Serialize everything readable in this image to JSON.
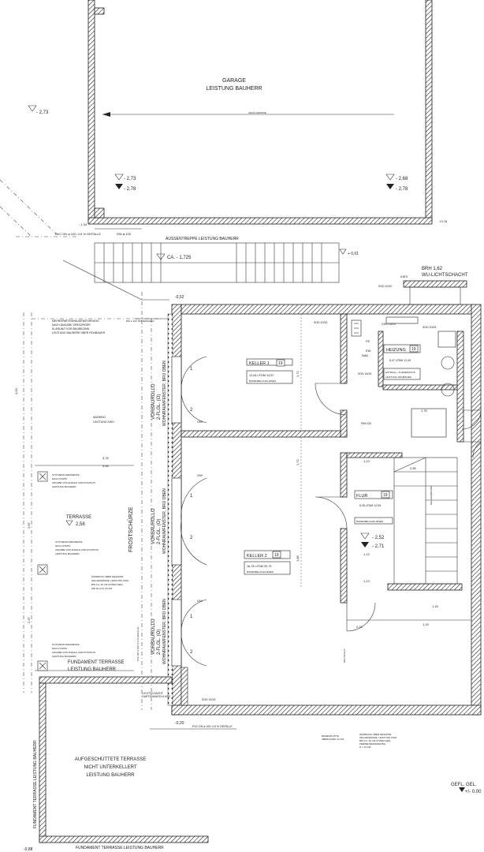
{
  "garage": {
    "title": "GARAGE",
    "subtitle": "LEISTUNG BAUHERR",
    "gefaelle": "GEFÄLLERINNE",
    "lv1": "- 2,73",
    "lv2": "- 2,73",
    "lv3": "- 2,78",
    "lv4": "- 2,68",
    "lv5": "- 2,78"
  },
  "outside": {
    "a1": "- 1,34",
    "a2": "+0,78",
    "pvc1": "PVC DN ø 100; 0,5 % GEFÄLLE",
    "rw": "RW ø 100",
    "stair_title": "AUSSENTREPPE LEISTUNG BAUHERR",
    "stair_lv": "CA. - 1,725",
    "lv_001": "+ 0,01",
    "kies": "KIES",
    "brh": "BRH  1,62",
    "wu": "WU-LICHTSCHACHT",
    "a052": "-0,52",
    "mehrsparten": [
      "MEHRSPARTENHAUSEINFÜHRUNG",
      "NACH ANGABE VERSORGER",
      "KLÄRUNG VOR BAUBEGINN",
      "LEISTUNG BAUHERR ÜBER ROHBAUER"
    ],
    "rw_top": "RW ø 100; MIT REINIGEN",
    "abzweig": [
      "ABZWEIG",
      "LEISTUNG KWH"
    ],
    "frost": "FROSTSCHÜRZE",
    "vorbau": [
      "VORBAUROLLO",
      "2-FLGL. (O)",
      "WOHNRAUMFENSTER, BRÜ OBEN"
    ],
    "pvc_side": "PVC DN ø 100; 0,5 % GEFÄLLE"
  },
  "terrace": {
    "title": "TERRASSE",
    "lv": "2,58",
    "dims": [
      "4,50",
      "3,76",
      "3,46",
      "2,87",
      "2,37"
    ],
    "stuetz": [
      "STÜTZENFUNDAMENTE",
      "NACH STATIK",
      "ANGABE VON ANZAHL UND POSITION",
      "LEISTUNG BAUHERR"
    ],
    "daemmung": [
      "DÄMMUNG ÜBER GESAMTE",
      "KELLERWÄNDE, LEISTUNG KWH",
      "BIS CA. 30 CM UNTER GEFL",
      "WD 30 (2-3) 30 CM"
    ],
    "fundament": [
      "FUNDAMENT TERRASSE",
      "LEISTUNG BAUHERR"
    ]
  },
  "keller1": {
    "name": "KELLER 1",
    "no": "19",
    "line": "12,64   LFDM 14,57",
    "sub": "BODENBELAG/FLIESEN"
  },
  "keller2": {
    "name": "KELLER 2",
    "no": "19",
    "line": "16,78  LFDM 20,79",
    "sub": "BODENBELAG/FLIESEN"
  },
  "heizung": {
    "name": "HEIZUNG",
    "no": "19",
    "line": "8,47   LFDM 12,49",
    "sub1": "ESTRICH + FLIESEN/PUTZ",
    "sub2": "LEISTUNG ROHBAUER"
  },
  "flur": {
    "name": "FLUR",
    "no": "19",
    "line": "8,35  LFDM 12,59",
    "sub1": "BODENBELAG/FLIESEN",
    "lv1": "- 2,52",
    "lv2": "- 2,71"
  },
  "dims": {
    "d172a": "1,72",
    "d172b": "1,72",
    "d186": "1,86",
    "d113a": "1,13",
    "d113b": "1,13",
    "d113c": "1,13",
    "d175": "1,75",
    "d119": "1,19",
    "d115": "1,15",
    "d221": "2,21",
    "d285": "2,85"
  },
  "labels": {
    "gw1": "GW",
    "gw2": "GW",
    "gw3": "GW",
    "nak": "NAK",
    "fe": "FE",
    "ew": "EW",
    "fbh": "FBH DD",
    "sod1": "SOD 20/20",
    "sod2": "SOD 20/25",
    "sod3": "SOD 15/15",
    "sod4": "SOD 15/15",
    "sod5": "SOD 10/10",
    "gsg": "GSG 15/15",
    "kellerabgang": "KELLERABGANG",
    "gartenanschluss": "GARTENANSCHLUSS",
    "lichtschacht": "LICHTSCHACHT",
    "wzt": "WZT ROLLO",
    "pvc_bottom": "PVC DN ø 100; 0,5 % GEFÄLLE",
    "a020": "-0,20",
    "bodenplatte": [
      "BODENPLATTE",
      "ÜBERSTAND 10 CM"
    ],
    "daemm2": [
      "DÄMMUNG ÜBER GESAMTE",
      "KELLERWÄNDE, LEISTUNG KWH",
      "BIS CA. 30 CM UNTER GEFL",
      "PERIMETERDÄMMUNG",
      "D = 10 CM"
    ]
  },
  "bottom": {
    "aufge": [
      "AUFGESCHÜTTETE TERRASSE",
      "NICHT UNTERKELLERT",
      "LEISTUNG BAUHERR"
    ],
    "fundament_v": "FUNDAMENT TERRASSE LEISTUNG BAUHERR",
    "fundament_b": "FUNDAMENT TERRASSE LEISTUNG BAUHERR",
    "gefl": "GEFL. GEL.",
    "pm000": "+/- 0,00",
    "a088": "-0,88"
  }
}
